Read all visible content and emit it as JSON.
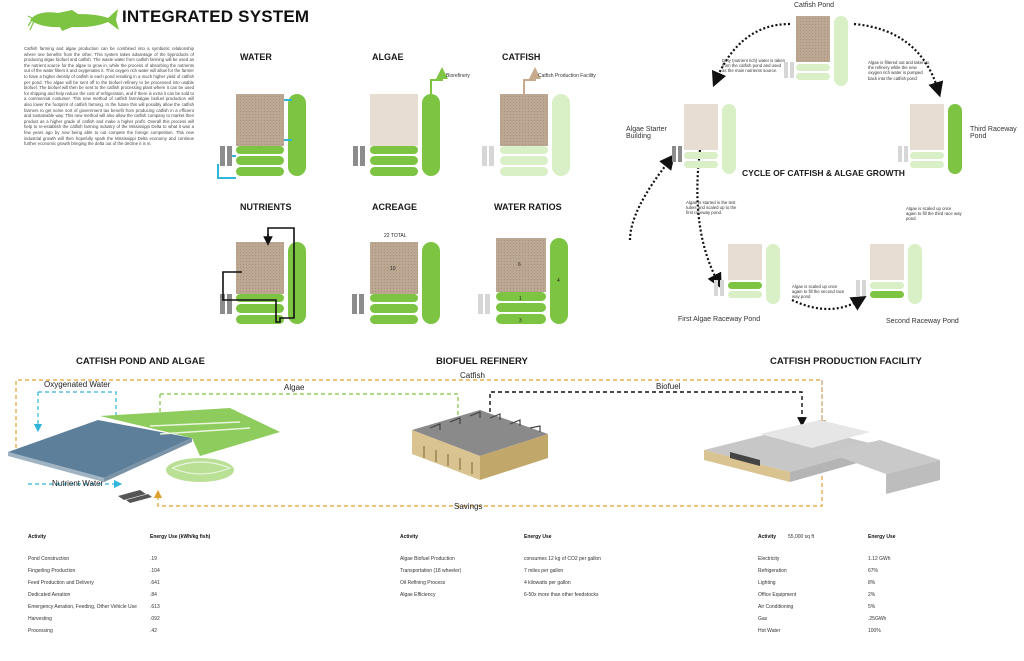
{
  "header": {
    "title": "INTEGRATED SYSTEM"
  },
  "intro_text": "Catfish farming and algae production can be combined into a symbiotic relationship where one benefits from the other. This system takes advantage of the byproducts of producing algae biofuel and catfish. The waste water from catfish farming will be used as the nutrient source for the algae to grow in, while the process of absorbing the nutrients out of the water filters it and oxygenates it. This oxygen rich water will allow for the farmer to have a higher density of catfish in each pond resulting in a much higher yield of catfish per pond. The algae will be sent off to the biofuel refinery to be processed into usable biofuel. The biofuel will then be sent to the catfish processing plant where it can be used for shipping and help reduce the cost of refrigeration, and if there is extra it can be sold to a commercial costumer. This new method of catfish farm/algae biofuel production will also lower the footprint of catfish farming. In the future this will possibly allow the catfish farmers to get some sort of government tax benefit from producing catfish in a efficient and sustainable way. This new method will also allow the catfish company to market their product as a higher grade of catfish and make a higher profit. Overall this process will help to re-establish the catfish farming industry of the Mississippi Delta to what it was a few years ago by now being able to out compete the foreign competition. This new industrial growth will then hopefully spark the Mississippi Delta economy and continue further economic growth bringing the delta out of the decline it is in.",
  "panels": {
    "water": "WATER",
    "algae": "ALGAE",
    "catfish": "CATFISH",
    "nutrients": "NUTRIENTS",
    "acreage": "ACREAGE",
    "water_ratios": "WATER RATIOS",
    "biorefinery": "Biorefinery",
    "catfish_facility": "Catfish Production Facility",
    "acreage_total": "22 TOTAL",
    "acreage_pond": "10",
    "ratio_pond": "6",
    "ratio_1": "1",
    "ratio_2": "3",
    "ratio_raceway": "4"
  },
  "cycle": {
    "title": "CYCLE OF CATFISH & ALGAE GROWTH",
    "catfish_pond": "Catfish Pond",
    "third_pond": "Third Raceway Pond",
    "algae_starter": "Algae Starter Building",
    "first_pond": "First Algae Raceway Pond",
    "second_pond": "Second Raceway Pond",
    "note_dirty": "Dirty (nutrient rich) water is taken from the catfish pond and used as the main nutrients source.",
    "note_filtered": "Algae is filtered out and taken to the refinery while the new oxygen rich water is pumped back into the catfish pond",
    "note_started": "Algae is started in the test tubes and scaled up to the first raceway pond.",
    "note_scaled_third": "Algae is scaled up once again to fill the third race way pond.",
    "note_scaled_second": "Algae is scaled up once again to fill the second race way pond"
  },
  "sections": {
    "pond": "CATFISH POND AND ALGAE",
    "refinery": "BIOFUEL REFINERY",
    "facility": "CATFISH PRODUCTION FACILITY"
  },
  "flows": {
    "oxygenated": "Oxygenated Water",
    "algae": "Algae",
    "catfish": "Catfish",
    "biofuel": "Biofuel",
    "nutrient": "Nutrient Water",
    "savings": "Savings"
  },
  "colors": {
    "green": "#7dc443",
    "light_green": "#d9efc6",
    "brown": "#bca792",
    "light_brown": "#e8ddd3",
    "gray": "#8c8c8c",
    "cyan": "#33b5d9",
    "orange": "#e0a030"
  },
  "tables": {
    "catfish": {
      "header": {
        "activity": "Activity",
        "energy": "Energy Use (kWh/kg fish)"
      },
      "rows": [
        [
          "Pond Construction",
          ".19"
        ],
        [
          "Fingerling Production",
          ".104"
        ],
        [
          "Feed Production and Delivery",
          ".641"
        ],
        [
          "Dedicated Aeration",
          ".84"
        ],
        [
          "Emergency Aeration, Feeding, Other Vehicle Use",
          ".613"
        ],
        [
          "Harvesting",
          ".092"
        ],
        [
          "Processing",
          ".42"
        ]
      ]
    },
    "biofuel": {
      "header": {
        "activity": "Activity",
        "energy": "Energy Use"
      },
      "rows": [
        [
          "Algae Biofuel Production",
          "consumes 12 kg of CO2 per gallon"
        ],
        [
          "Transportation (18 wheeler)",
          "7 miles per gallon"
        ],
        [
          "Oil Refining Process",
          "4 kilowatts per gallon"
        ],
        [
          "Algae Efficiency",
          "6-50x more than other feedstocks"
        ]
      ]
    },
    "facility": {
      "header": {
        "activity": "Activity",
        "size": "55,000 sq ft",
        "energy": "Energy Use"
      },
      "rows": [
        [
          "Electricity",
          "1.12 GWh"
        ],
        [
          "Refrigeration",
          "67%"
        ],
        [
          "Lighting",
          "8%"
        ],
        [
          "Office Equipment",
          "2%"
        ],
        [
          "Air Conditioning",
          "5%"
        ],
        [
          "Gas",
          ".25GWh"
        ],
        [
          "Hot Water",
          "100%"
        ]
      ]
    }
  }
}
